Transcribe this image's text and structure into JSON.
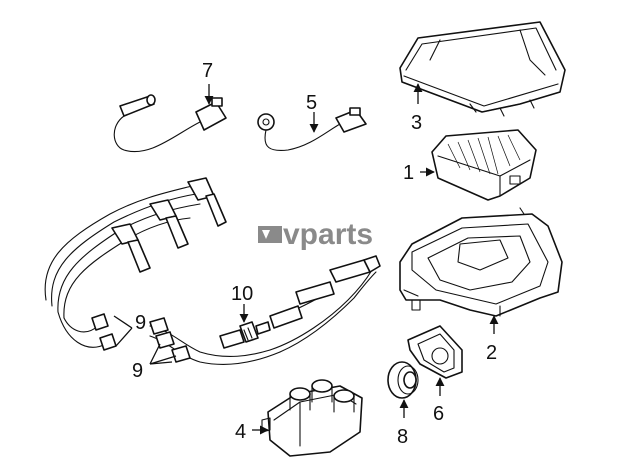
{
  "watermark": {
    "text": "vparts",
    "color": "#8a8a8a"
  },
  "callouts": {
    "c1": "1",
    "c2": "2",
    "c3": "3",
    "c4": "4",
    "c5": "5",
    "c6": "6",
    "c7": "7",
    "c8": "8",
    "c9a": "9",
    "c9b": "9",
    "c10": "10"
  },
  "colors": {
    "line": "#111111",
    "background": "#ffffff"
  }
}
